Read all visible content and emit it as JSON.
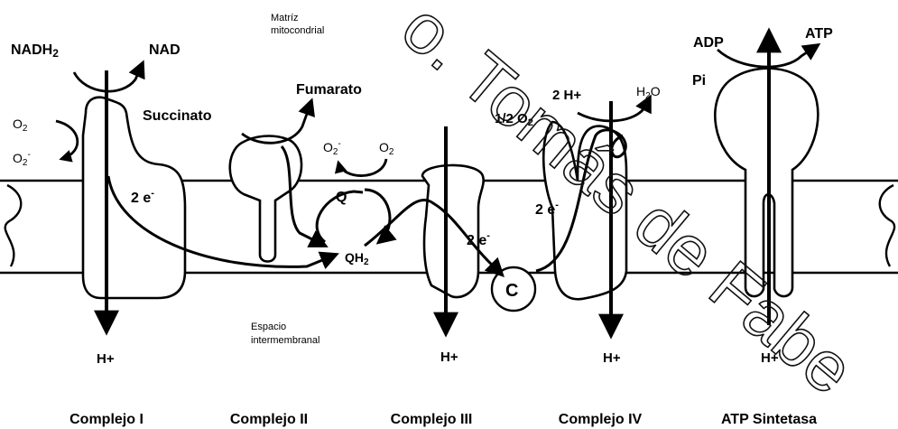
{
  "regions": {
    "matrix_line1": "Matríz",
    "matrix_line2": "mitocondrial",
    "ims_line1": "Espacio",
    "ims_line2": "intermembranal"
  },
  "complex1": {
    "substrate": "NADH",
    "substrate_sub": "2",
    "product": "NAD",
    "o2": "O",
    "o2_sub": "2",
    "superoxide": "O",
    "superoxide_sub": "2",
    "superoxide_sup": "-",
    "electrons": "2 e",
    "electrons_sup": "-",
    "proton": "H+"
  },
  "complex2": {
    "substrate": "Succinato",
    "product": "Fumarato"
  },
  "quinone": {
    "q": "Q",
    "qh2": "QH",
    "qh2_sub": "2",
    "superoxide": "O",
    "superoxide_sub": "2",
    "superoxide_sup": "-",
    "o2": "O",
    "o2_sub": "2"
  },
  "complex3": {
    "electrons": "2 e",
    "electrons_sup": "-",
    "proton": "H+"
  },
  "cytochrome_c": {
    "label": "C"
  },
  "complex4": {
    "protons": "2 H+",
    "oxygen": "1/2 O",
    "oxygen_sub": "2",
    "water": "H",
    "water_sub": "2",
    "water_tail": "O",
    "electrons": "2 e",
    "electrons_sup": "-",
    "proton": "H+"
  },
  "atp_synthase": {
    "adp": "ADP",
    "pi": "Pi",
    "atp": "ATP",
    "proton": "H+"
  },
  "captions": [
    "Complejo I",
    "Complejo II",
    "Complejo III",
    "Complejo IV",
    "ATP Sintetasa"
  ],
  "watermark": "o. Tomás de Fabe"
}
